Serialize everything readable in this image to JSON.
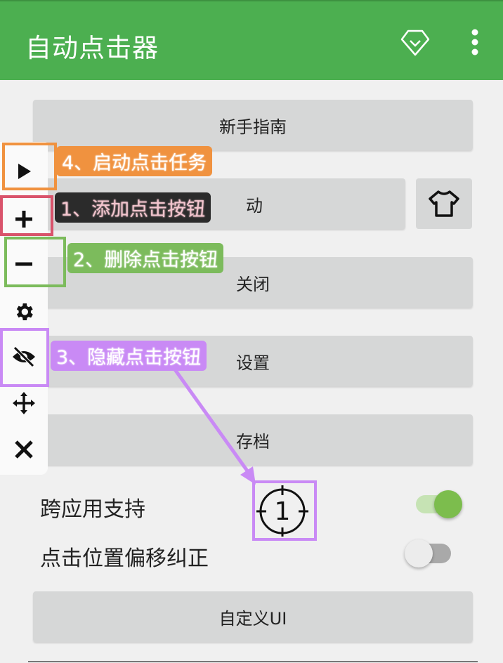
{
  "appbar": {
    "title": "自动点击器",
    "icons": [
      "diamond-icon",
      "more-vert-icon"
    ],
    "color": "#4caf50"
  },
  "buttons": {
    "guide": "新手指南",
    "start_partial": "动",
    "close": "关闭",
    "settings": "设置",
    "save": "存档",
    "custom_ui": "自定义UI"
  },
  "toggles": [
    {
      "label": "跨应用支持",
      "on": true
    },
    {
      "label": "点击位置偏移纠正",
      "on": false
    }
  ],
  "floating_toolbar": {
    "icons": [
      "play-icon",
      "plus-icon",
      "minus-icon",
      "gear-icon",
      "eye-off-icon",
      "move-icon",
      "close-icon"
    ]
  },
  "annotations": [
    {
      "text": "4、启动点击任务",
      "color": "#f0923f"
    },
    {
      "text": "1、添加点击按钮",
      "color": "#2b2b2b",
      "text_color": "#d9536b"
    },
    {
      "text": "2、删除点击按钮",
      "color": "#7cbb5c"
    },
    {
      "text": "3、隐藏点击按钮",
      "color": "#c98af5"
    }
  ],
  "click_target": {
    "number": "1"
  }
}
